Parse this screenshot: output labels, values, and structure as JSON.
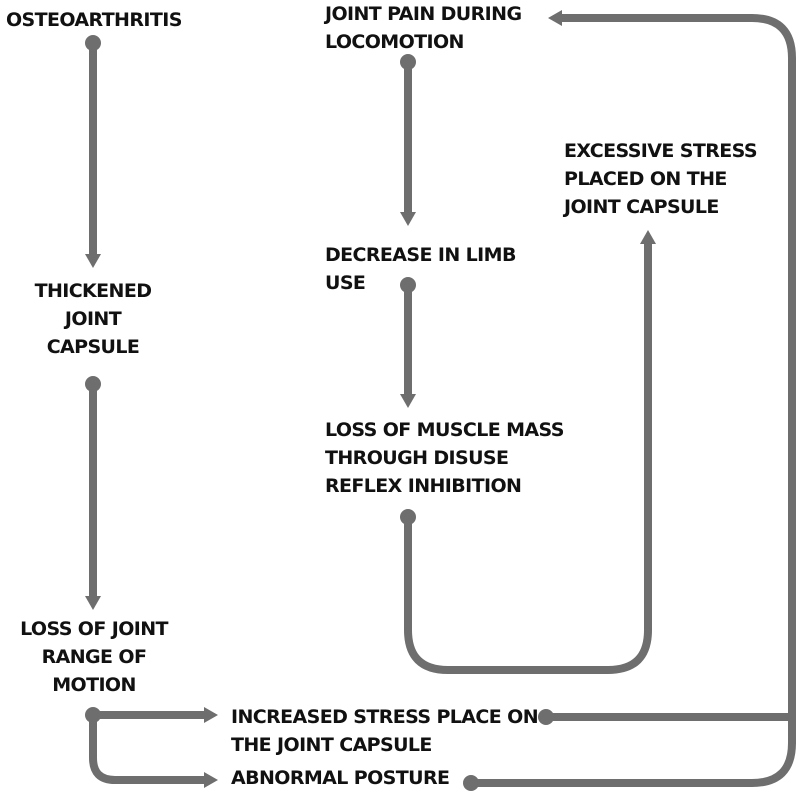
{
  "colors": {
    "connector": "#6e6e6e",
    "text": "#111111",
    "background": "#ffffff"
  },
  "nodes": {
    "osteoarthritis": [
      "OSTEOARTHRITIS"
    ],
    "thickened_capsule": [
      "THICKENED",
      "JOINT",
      "CAPSULE"
    ],
    "loss_of_motion": [
      "LOSS OF JOINT",
      "RANGE OF",
      "MOTION"
    ],
    "joint_pain": [
      "JOINT PAIN DURING",
      "LOCOMOTION"
    ],
    "decrease_limb_use": [
      "DECREASE IN LIMB",
      "USE"
    ],
    "loss_of_muscle": [
      "LOSS OF MUSCLE MASS",
      "THROUGH DISUSE",
      "REFLEX INHIBITION"
    ],
    "excessive_stress": [
      "EXCESSIVE STRESS",
      "PLACED ON THE",
      "JOINT CAPSULE"
    ],
    "increased_stress": [
      "INCREASED STRESS PLACE ON",
      "THE JOINT CAPSULE"
    ],
    "abnormal_posture": [
      "ABNORMAL POSTURE"
    ]
  }
}
